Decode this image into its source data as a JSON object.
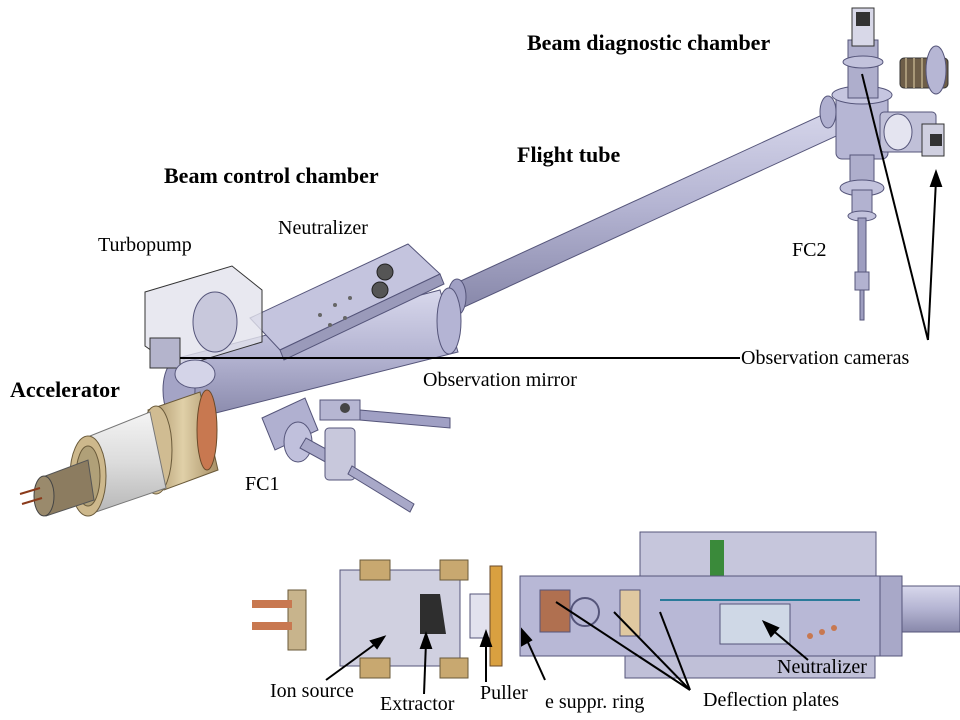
{
  "labels": {
    "beam_diagnostic_chamber": "Beam diagnostic chamber",
    "flight_tube": "Flight tube",
    "beam_control_chamber": "Beam control chamber",
    "neutralizer_top": "Neutralizer",
    "turbopump": "Turbopump",
    "fc2": "FC2",
    "accelerator": "Accelerator",
    "observation_mirror": "Observation mirror",
    "observation_cameras": "Observation cameras",
    "fc1": "FC1",
    "ion_source": "Ion source",
    "extractor": "Extractor",
    "puller": "Puller",
    "e_suppr_ring": "e suppr. ring",
    "deflection_plates": "Deflection plates",
    "neutralizer_bottom": "Neutralizer"
  },
  "colors": {
    "metal": "#b9b9d6",
    "metal_dark": "#8d8db0",
    "flange_gold": "#c8b48c",
    "copper": "#c87850",
    "green": "#3a8a3a",
    "line": "#000000"
  }
}
